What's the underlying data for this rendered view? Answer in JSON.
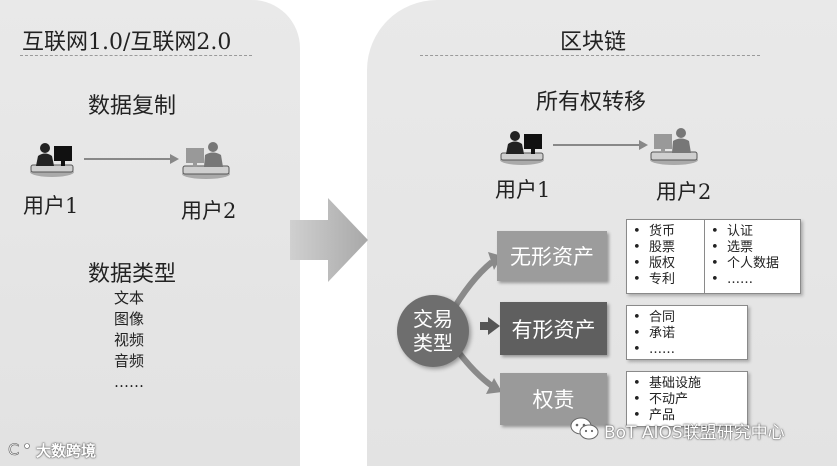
{
  "left": {
    "title": "互联网1.0/互联网2.0",
    "heading": "数据复制",
    "user1": "用户1",
    "user2": "用户2",
    "types_heading": "数据类型",
    "types": [
      "文本",
      "图像",
      "视频",
      "音频",
      "……"
    ]
  },
  "right": {
    "title": "区块链",
    "heading": "所有权转移",
    "user1": "用户1",
    "user2": "用户2",
    "center_line1": "交易",
    "center_line2": "类型",
    "intangible": {
      "label": "无形资产",
      "col1": [
        "货币",
        "股票",
        "版权",
        "专利"
      ],
      "col2": [
        "认证",
        "选票",
        "个人数据",
        "……"
      ]
    },
    "tangible": {
      "label": "有形资产",
      "items": [
        "合同",
        "承诺",
        "……"
      ]
    },
    "rights": {
      "label": "权责",
      "items": [
        "基础设施",
        "不动产",
        "产品"
      ]
    }
  },
  "watermarks": {
    "left": "大数跨境",
    "right": "BoT AIOS联盟研究中心"
  },
  "colors": {
    "intangible_bg": "#9c9c9c",
    "tangible_bg": "#5f5f5f",
    "rights_bg": "#9a9a9a",
    "center_circle": "#6e6e6e",
    "panel_bg": "#e6e6e6"
  },
  "icons": [
    "user-at-computer-icon",
    "arrow-right-icon",
    "big-arrow-icon",
    "wechat-icon"
  ]
}
